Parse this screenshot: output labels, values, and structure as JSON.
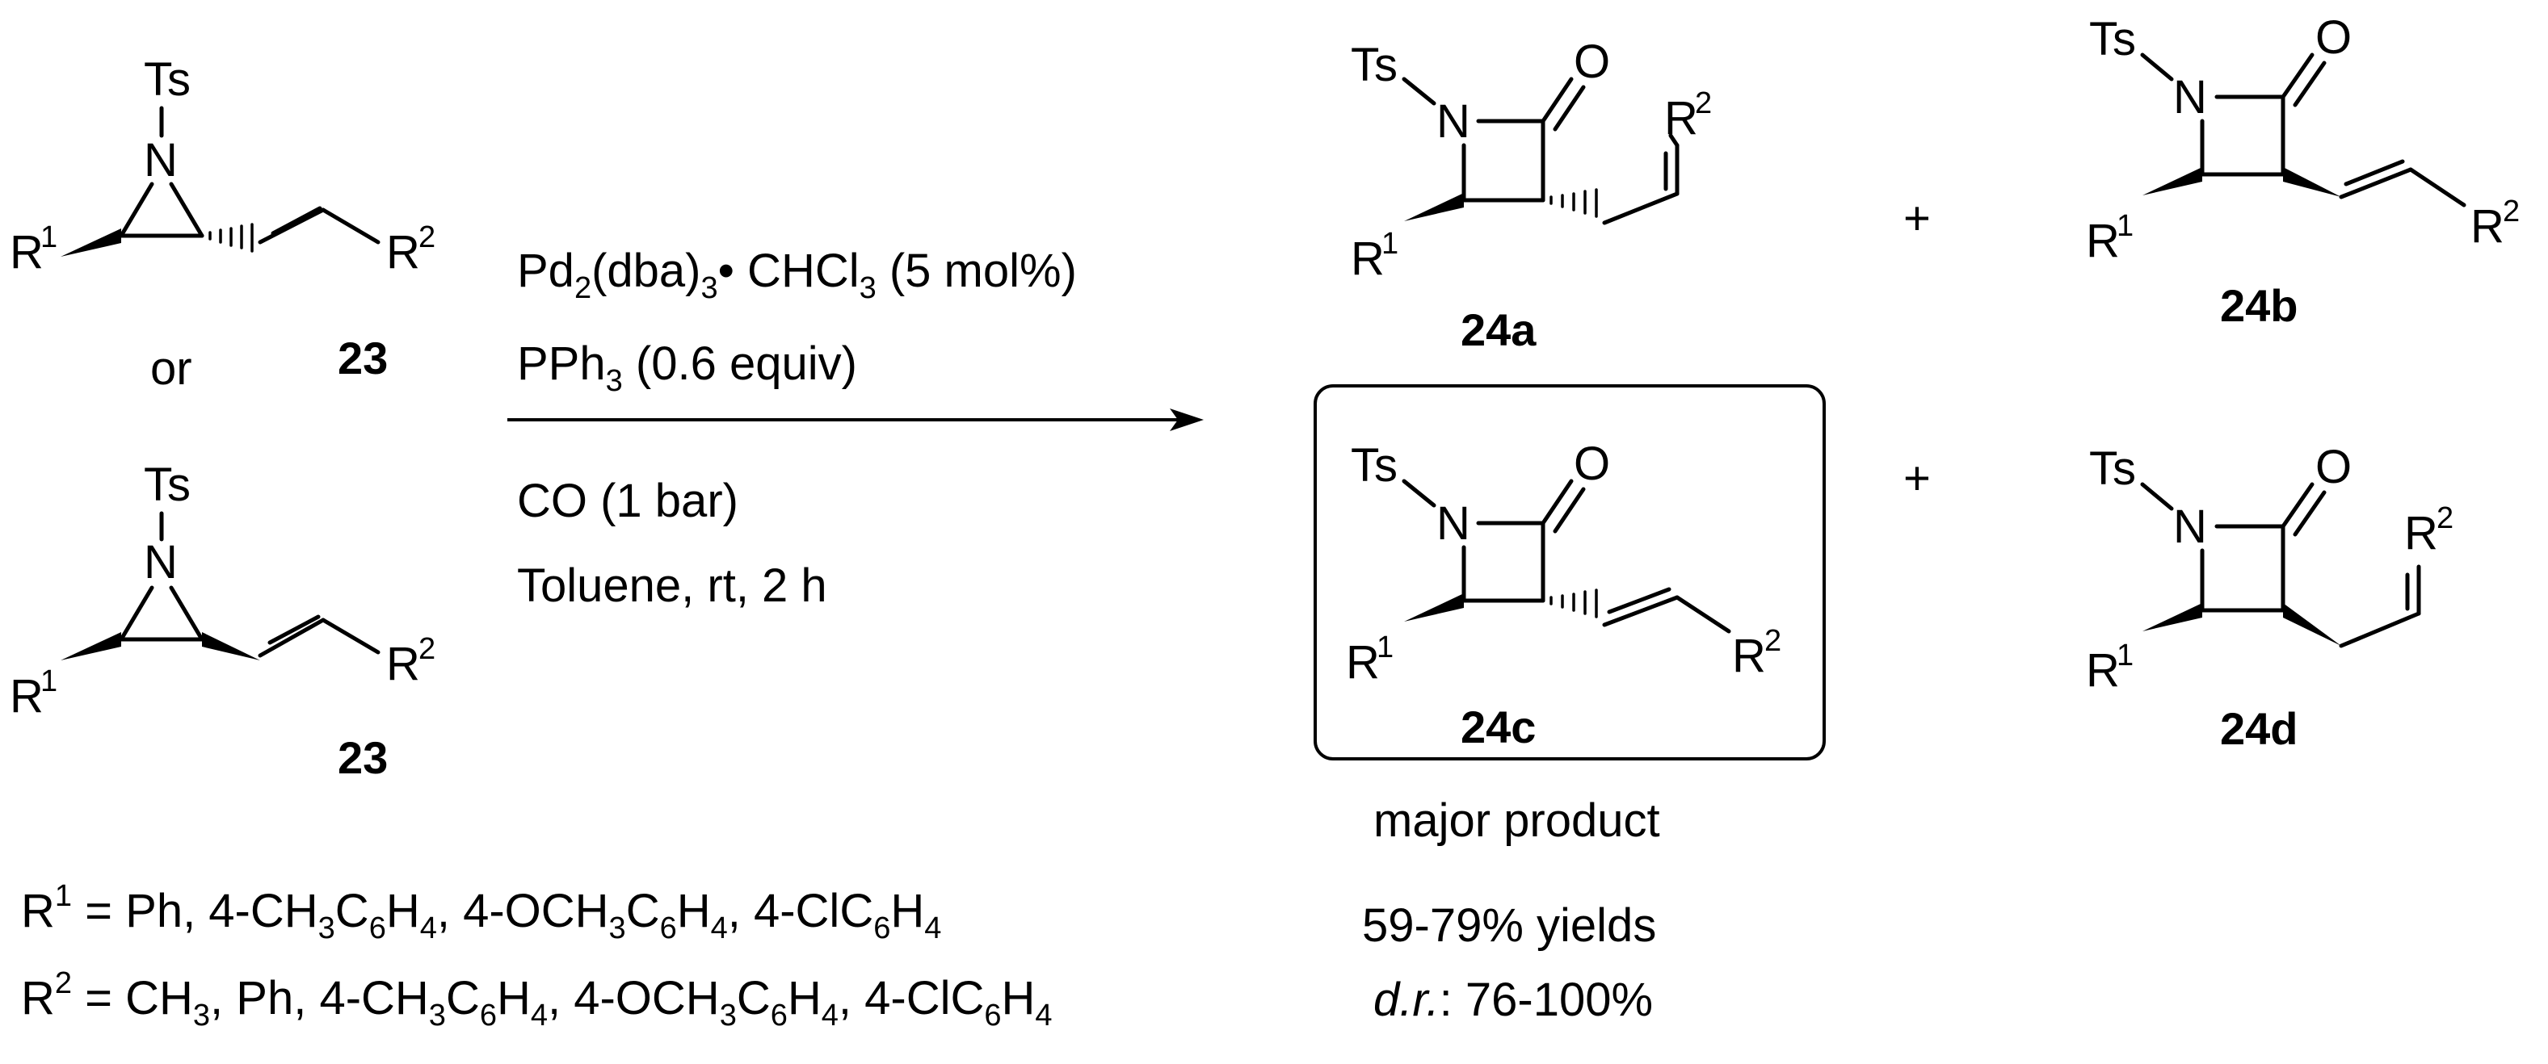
{
  "atoms": {
    "ts": "Ts",
    "n": "N",
    "o": "O",
    "r": "R",
    "sup1": "1",
    "sup2": "2"
  },
  "reactants": {
    "compound_23_label": "23",
    "or_label": "or"
  },
  "conditions": {
    "catalyst_main": "Pd",
    "catalyst_sub1": "2",
    "catalyst_dba": "(dba)",
    "catalyst_sub2": "3",
    "catalyst_tail": "• CHCl",
    "catalyst_sub3": "3",
    "catalyst_loading": " (5 mol%)",
    "ligand_main": "PPh",
    "ligand_sub": "3",
    "ligand_amount": " (0.6 equiv)",
    "gas": "CO (1 bar)",
    "solvent": "Toluene,  rt, 2 h"
  },
  "products": {
    "plus": "+",
    "label_24a": "24a",
    "label_24b": "24b",
    "label_24c": "24c",
    "label_24d": "24d",
    "major_caption": "major product",
    "yields": "59-79% yields",
    "dr_italic": "d.r.",
    "dr_value": ": 76-100%"
  },
  "substituents": {
    "r1_prefix": "R",
    "r1_sup": "1",
    "r1_text_a": " = Ph, 4-CH",
    "r1_text_b": "C",
    "r1_text_c": "H",
    "r1_text_d": ", 4-OCH",
    "r1_text_e": "C",
    "r1_text_f": "H",
    "r1_text_g": ", 4-ClC",
    "r1_text_h": "H",
    "r2_prefix": "R",
    "r2_sup": "2",
    "r2_text_a": " = CH",
    "r2_text_b": ", Ph, 4-CH",
    "r2_text_c": "C",
    "r2_text_d": "H",
    "r2_text_e": ", 4-OCH",
    "r2_text_f": "C",
    "r2_text_g": "H",
    "r2_text_h": ", 4-ClC",
    "r2_text_i": "H",
    "s3": "3",
    "s6": "6",
    "s4": "4"
  }
}
